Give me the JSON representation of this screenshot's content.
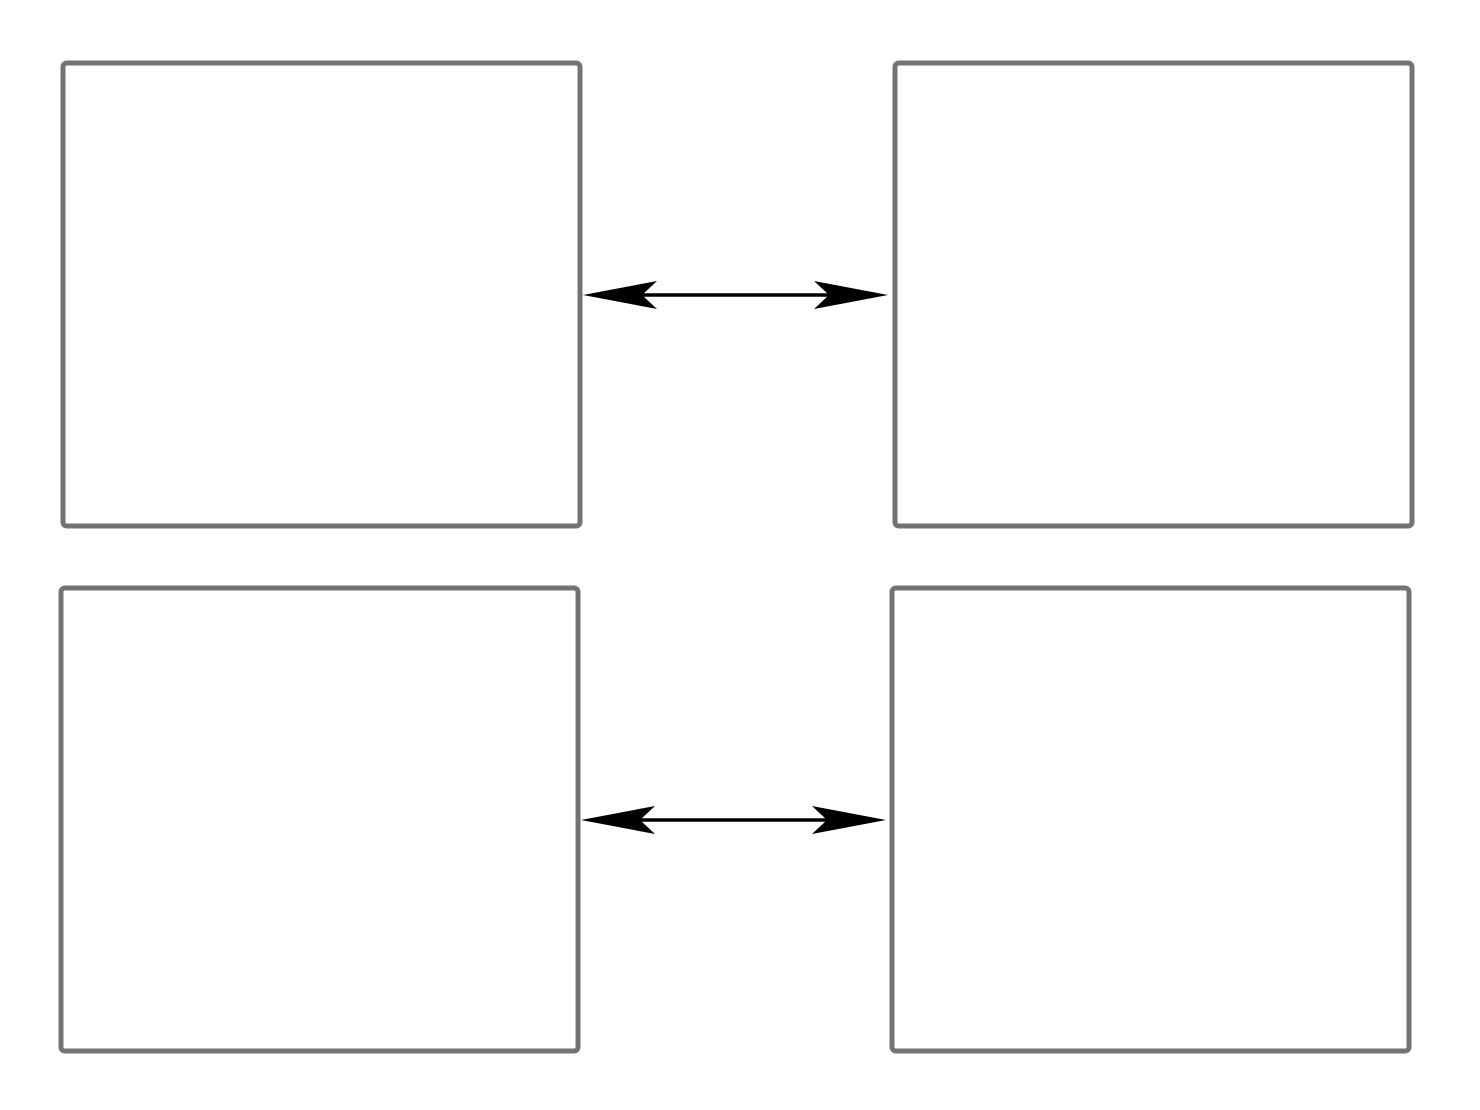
{
  "diagram": {
    "boxes": [
      {
        "id": "top-left",
        "label": ""
      },
      {
        "id": "top-right",
        "label": ""
      },
      {
        "id": "bottom-left",
        "label": ""
      },
      {
        "id": "bottom-right",
        "label": ""
      }
    ],
    "connectors": [
      {
        "from": "top-left",
        "to": "top-right",
        "type": "bidirectional"
      },
      {
        "from": "bottom-left",
        "to": "bottom-right",
        "type": "bidirectional"
      }
    ],
    "colors": {
      "box_border": "#737373",
      "box_fill": "#ffffff",
      "arrow": "#000000",
      "background": "#ffffff"
    }
  }
}
